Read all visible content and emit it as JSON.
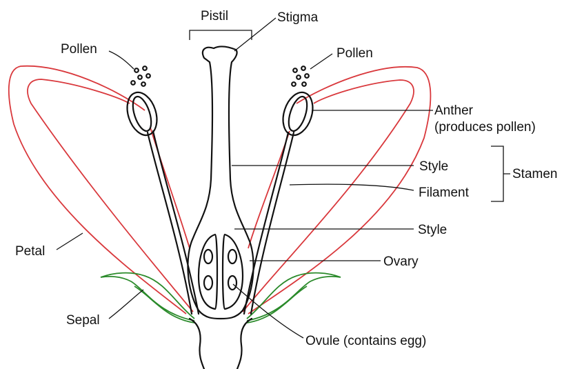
{
  "colors": {
    "petal": "#d9383c",
    "sepal": "#2a8a2a",
    "outline": "#111111"
  },
  "labels": {
    "pistil": "Pistil",
    "stigma": "Stigma",
    "pollen_left": "Pollen",
    "pollen_right": "Pollen",
    "anther": "Anther",
    "anther_note": "(produces pollen)",
    "style_upper": "Style",
    "filament": "Filament",
    "stamen": "Stamen",
    "style_lower": "Style",
    "ovary": "Ovary",
    "petal": "Petal",
    "sepal": "Sepal",
    "ovule": "Ovule (contains egg)"
  }
}
